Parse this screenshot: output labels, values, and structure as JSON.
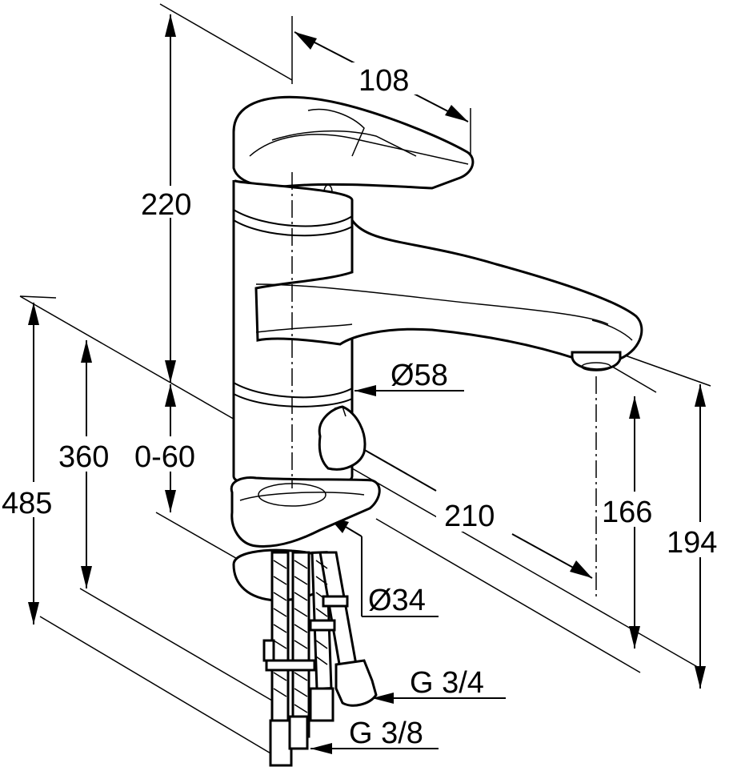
{
  "dimensions": {
    "top_spout_offset": "108",
    "height_to_head": "220",
    "overall_height": "485",
    "hose_length": "360",
    "deck_thickness": "0-60",
    "body_diameter": "Ø58",
    "reach": "210",
    "spout_clearance": "166",
    "spout_height": "194",
    "deck_hole_diameter": "Ø34",
    "thread_upper": "G 3/4",
    "thread_lower": "G 3/8"
  },
  "colors": {
    "line": "#000000",
    "background": "#ffffff"
  }
}
